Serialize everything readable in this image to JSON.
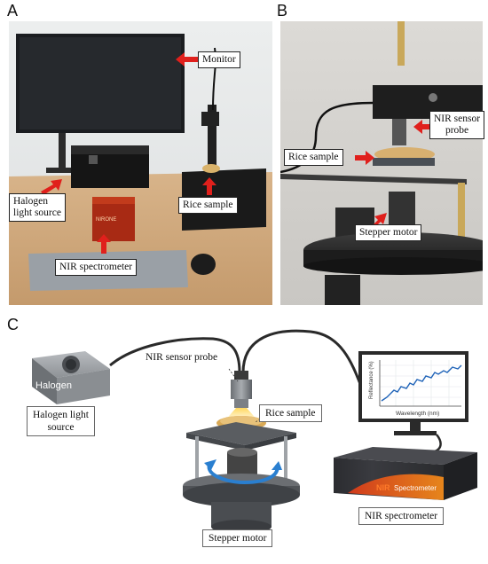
{
  "panels": {
    "a": "A",
    "b": "B",
    "c": "C"
  },
  "panel_a": {
    "monitor": "Monitor",
    "halogen_line1": "Halogen",
    "halogen_line2": "light source",
    "rice_sample": "Rice sample",
    "nir_spectrometer": "NIR spectrometer",
    "device_brand": "NIRONE"
  },
  "panel_b": {
    "nir_probe_line1": "NIR sensor",
    "nir_probe_line2": "probe",
    "rice_sample": "Rice sample",
    "stepper_motor": "Stepper motor"
  },
  "panel_c": {
    "halogen_box_label": "Halogen",
    "halogen_cap_line1": "Halogen light",
    "halogen_cap_line2": "source",
    "nir_probe": "NIR sensor probe",
    "rice_sample": "Rice sample",
    "stepper_motor": "Stepper motor",
    "nir_spectrometer": "NIR spectrometer",
    "spectrometer_brand_nir": "NIR",
    "spectrometer_brand_word": "Spectrometer",
    "chart_ylabel": "Reflectance (%)",
    "chart_xlabel": "Wavelength (nm)"
  },
  "colors": {
    "arrow_red": "#e0201c",
    "spectrum_blue": "#1f63b8",
    "rotation_blue": "#2a7fd0",
    "spectrometer_red": "#d83a1a",
    "spectrometer_orange": "#f08a1a"
  },
  "icons": [
    "red-arrow-icon",
    "rotation-arrow-icon",
    "fiber-cable-icon"
  ]
}
